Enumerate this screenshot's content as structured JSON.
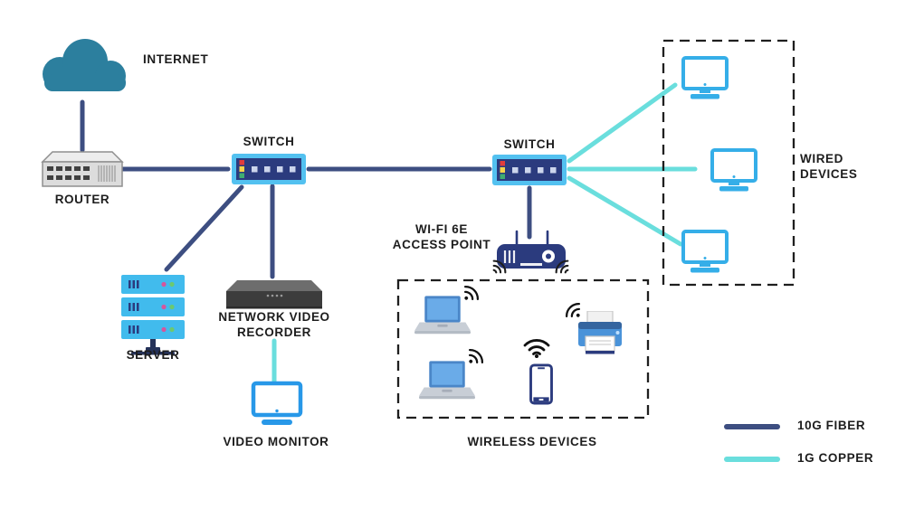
{
  "nodes": {
    "internet": {
      "label": "INTERNET"
    },
    "router": {
      "label": "ROUTER"
    },
    "switch_left": {
      "label": "SWITCH"
    },
    "switch_right": {
      "label": "SWITCH"
    },
    "server": {
      "label": "SERVER"
    },
    "nvr": {
      "label_line1": "NETWORK VIDEO",
      "label_line2": "RECORDER"
    },
    "video_monitor": {
      "label": "VIDEO MONITOR"
    },
    "access_point": {
      "label_line1": "WI-FI 6E",
      "label_line2": "ACCESS POINT"
    }
  },
  "groups": {
    "wireless": {
      "label": "WIRELESS DEVICES",
      "devices": [
        "laptop",
        "laptop",
        "smartphone",
        "printer"
      ]
    },
    "wired": {
      "label_line1": "WIRED",
      "label_line2": "DEVICES",
      "devices": [
        "monitor",
        "monitor",
        "monitor"
      ]
    }
  },
  "legend": {
    "items": [
      {
        "label": "10G FIBER",
        "color": "#3d4e81"
      },
      {
        "label": "1G COPPER",
        "color": "#6adedd"
      }
    ]
  },
  "icons": {
    "internet": "cloud",
    "router": "rack-router",
    "switch": "ethernet-switch",
    "server": "server-stack",
    "nvr": "recorder-chassis",
    "access_point": "wifi-router",
    "wifi_signal": "wifi-waves",
    "laptop": "laptop",
    "smartphone": "smartphone",
    "printer": "printer",
    "monitor": "desktop-monitor"
  },
  "colors": {
    "fiber_link": "#3d4e81",
    "copper_link": "#6adedd",
    "cloud_teal": "#2c7f9e",
    "switch_frame": "#53c1f0",
    "switch_body": "#2b3b7e",
    "server_blue": "#41bbed",
    "monitor_blue": "#35aee8",
    "video_monitor_blue": "#2898e8"
  }
}
